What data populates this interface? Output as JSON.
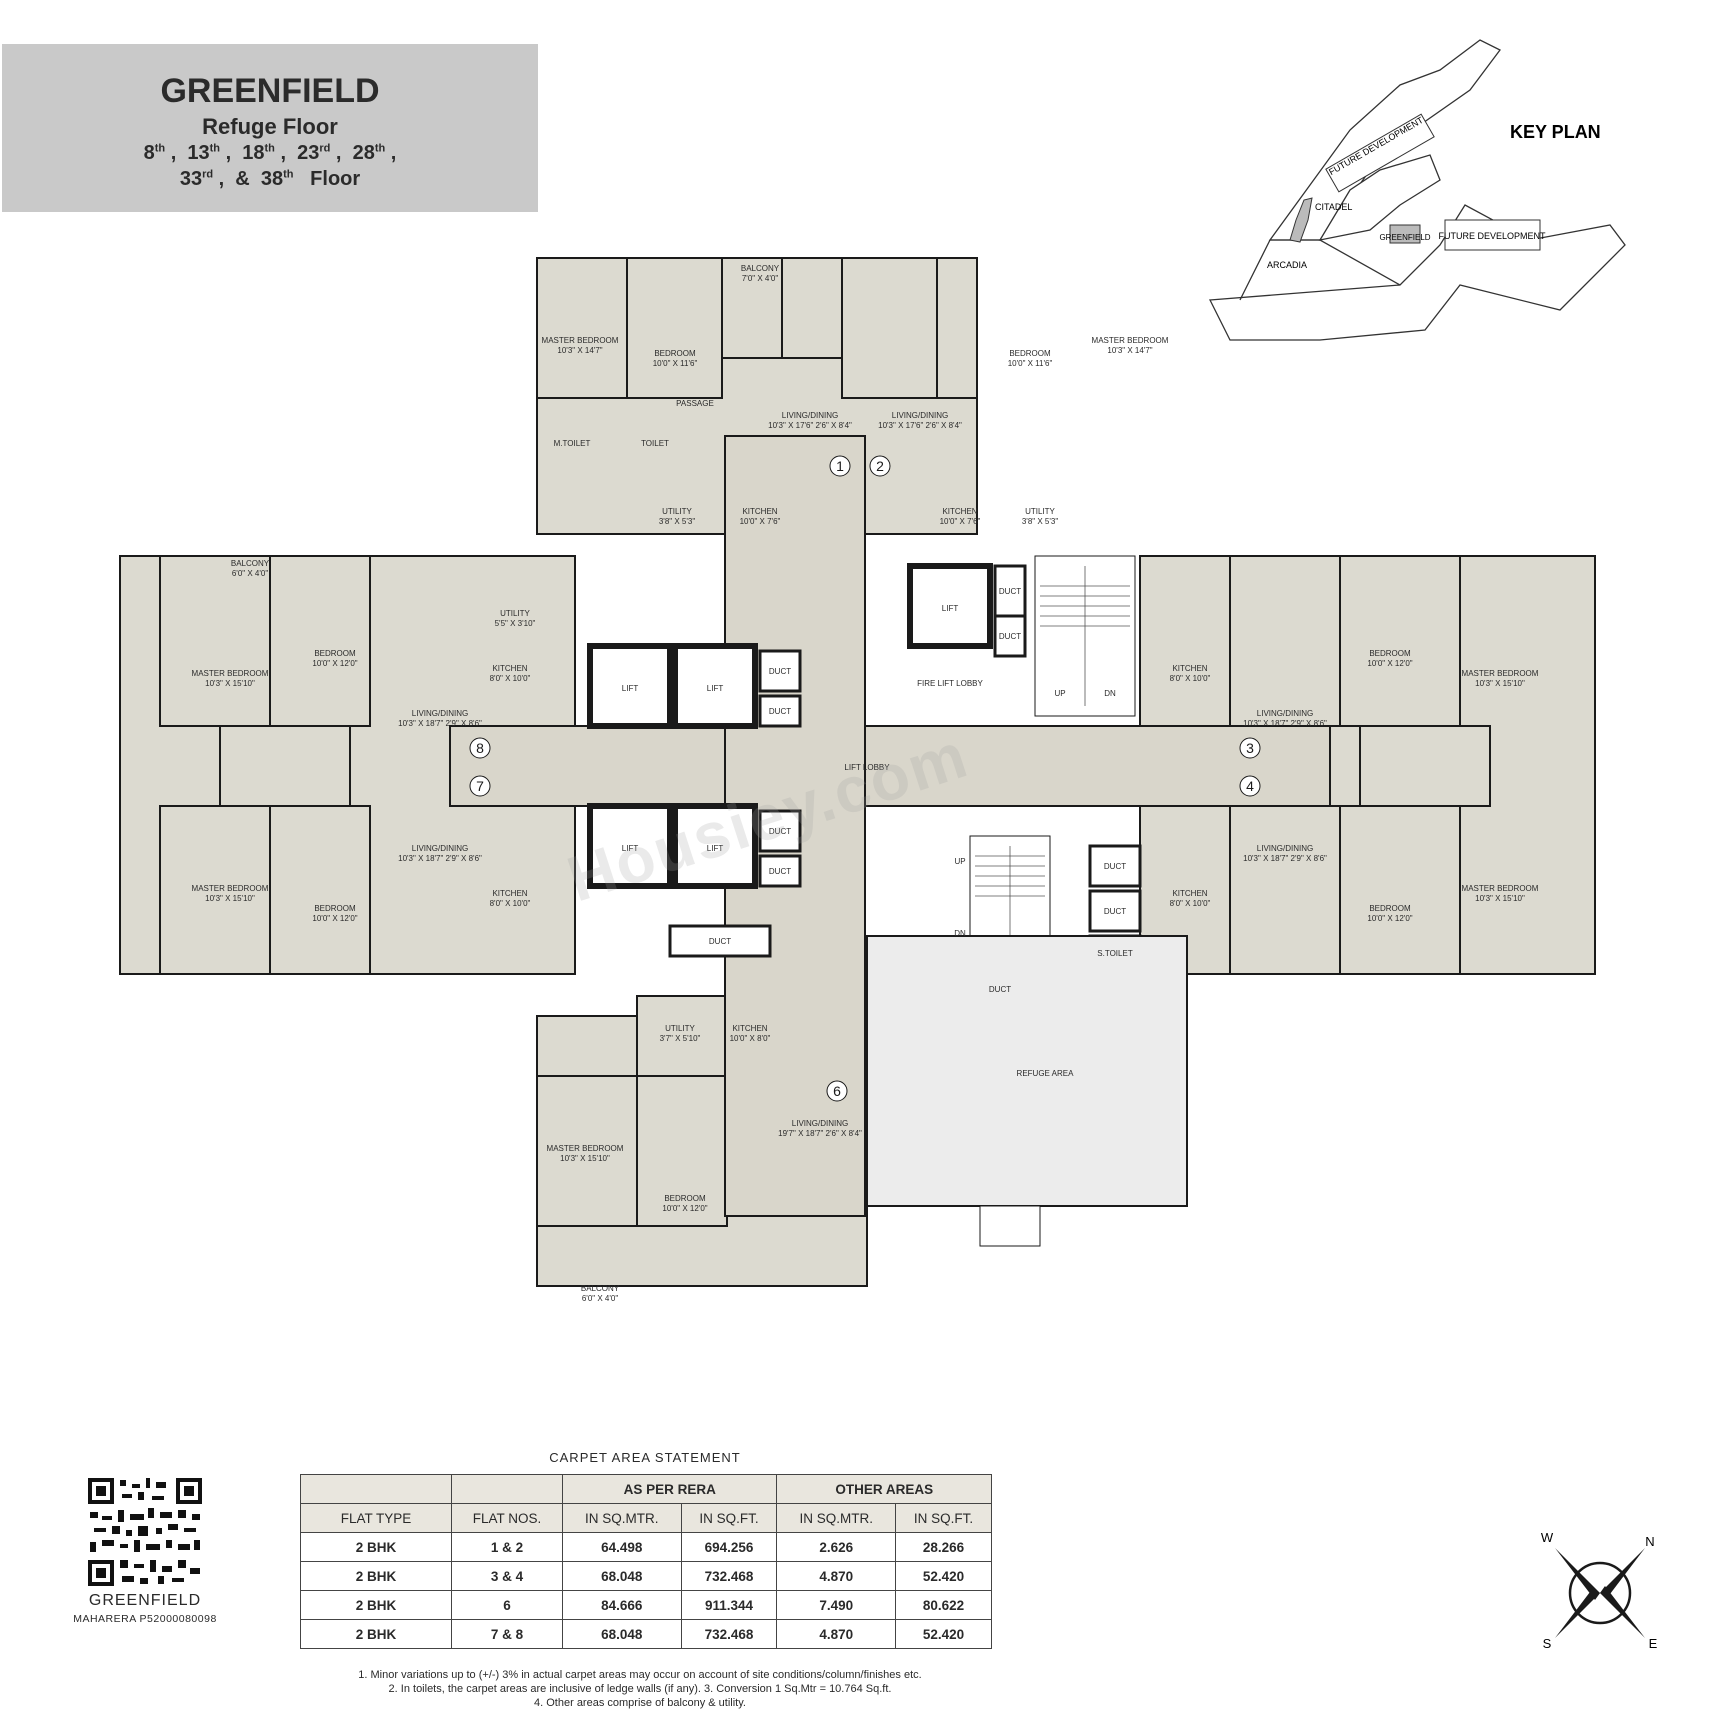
{
  "header": {
    "project": "GREENFIELD",
    "subtitle": "Refuge Floor",
    "floors_line1": "8th , 13th , 18th , 23rd , 28th ,",
    "floors_line2": "33rd , & 38th Floor"
  },
  "key_plan": {
    "title": "KEY PLAN",
    "labels": [
      "FUTURE DEVELOPMENT",
      "CITADEL",
      "ARCADIA",
      "GREENFIELD",
      "FUTURE DEVELOPMENT"
    ]
  },
  "plan": {
    "lift_lobby": "LIFT LOBBY",
    "lift": "LIFT",
    "duct": "DUCT",
    "fire_lift_lobby": "FIRE LIFT LOBBY",
    "up": "UP",
    "dn": "DN",
    "s_toilet": "S.TOILET",
    "refuge_area": "REFUGE AREA",
    "unit_numbers": [
      "1",
      "2",
      "3",
      "4",
      "6",
      "7",
      "8"
    ],
    "rooms": {
      "master_bedroom": "MASTER BEDROOM",
      "bedroom": "BEDROOM",
      "living_dining": "LIVING/DINING",
      "kitchen": "KITCHEN",
      "utility": "UTILITY",
      "passage": "PASSAGE",
      "toilet": "TOILET",
      "m_toilet": "M.TOILET",
      "balcony": "BALCONY"
    },
    "dims": {
      "mb_1": "10'3\" X 14'7\"",
      "bed_1": "10'0\" X 11'6\"",
      "liv_1": "10'3\" X 17'6\" 2'6\" X 8'4\"",
      "kit_1": "10'0\" X 7'6\"",
      "util_1": "3'8\" X 5'3\"",
      "bal_1": "7'0\" X 4'0\"",
      "mb_2": "10'3\" X 15'10\"",
      "bed_2": "10'0\" X 12'0\"",
      "liv_2": "10'3\" X 18'7\" 2'9\" X 8'6\"",
      "kit_2": "8'0\" X 10'0\"",
      "util_2": "5'5\" X 3'10\"",
      "bal_2": "6'0\" X 4'0\"",
      "liv_6": "19'7\" X 18'7\" 2'6\" X 8'4\"",
      "kit_6": "10'0\" X 8'0\"",
      "util_6": "3'7\" X 5'10\""
    }
  },
  "carpet_table": {
    "title": "CARPET AREA STATEMENT",
    "group_rera": "AS PER RERA",
    "group_other": "OTHER AREAS",
    "columns": [
      "FLAT TYPE",
      "FLAT NOS.",
      "IN SQ.MTR.",
      "IN SQ.FT.",
      "IN SQ.MTR.",
      "IN SQ.FT."
    ],
    "rows": [
      [
        "2 BHK",
        "1 & 2",
        "64.498",
        "694.256",
        "2.626",
        "28.266"
      ],
      [
        "2 BHK",
        "3 & 4",
        "68.048",
        "732.468",
        "4.870",
        "52.420"
      ],
      [
        "2 BHK",
        "6",
        "84.666",
        "911.344",
        "7.490",
        "80.622"
      ],
      [
        "2 BHK",
        "7 & 8",
        "68.048",
        "732.468",
        "4.870",
        "52.420"
      ]
    ]
  },
  "notes": [
    "1. Minor variations up to (+/-) 3% in actual carpet areas may occur on account of site conditions/column/finishes etc.",
    "2. In toilets, the carpet areas are inclusive of ledge walls (if any). 3. Conversion 1 Sq.Mtr = 10.764 Sq.ft.",
    "4. Other areas comprise of balcony & utility."
  ],
  "qr": {
    "label": "GREENFIELD",
    "rera": "MAHARERA P52000080098"
  },
  "compass": {
    "n": "N",
    "e": "E",
    "s": "S",
    "w": "W"
  },
  "watermark": "Housiey.com",
  "colors": {
    "room_fill": "#dcdad0",
    "core_fill": "#d9d6cb",
    "wall": "#1a1a1a",
    "title_bg": "#c9c9c9",
    "refuge_fill": "#ececec"
  }
}
